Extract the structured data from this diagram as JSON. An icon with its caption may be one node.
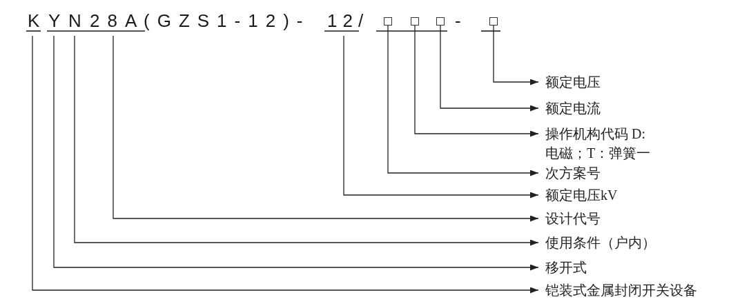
{
  "diagram": {
    "nodes": [
      {
        "text": [
          "K"
        ]
      },
      {
        "text": [
          "Y"
        ]
      },
      {
        "text": [
          "N"
        ]
      },
      {
        "text": [
          "28A"
        ]
      },
      {
        "text": [
          "12"
        ]
      },
      {
        "text": [],
        "shape": "box"
      },
      {
        "text": [],
        "shape": "box"
      },
      {
        "text": [],
        "shape": "box"
      },
      {
        "text": [],
        "shape": "box"
      },
      {
        "text": [
          "额定电压"
        ]
      },
      {
        "text": [
          "额定电流"
        ]
      },
      {
        "text": [
          "操作机构代码 D:电磁；T：弹簧一"
        ]
      },
      {
        "text": [
          "次方案号"
        ]
      },
      {
        "text": [
          "额定电压kV"
        ]
      },
      {
        "text": [
          "设计代号"
        ]
      },
      {
        "text": [
          "使用条件（户内）"
        ]
      },
      {
        "text": [
          "移开式"
        ]
      },
      {
        "text": [
          "铠装式金属封闭开关设备"
        ]
      }
    ],
    "edges": [
      {
        "from": 8,
        "to": 9,
        "arrow": "to"
      },
      {
        "from": 7,
        "to": 10,
        "arrow": "to"
      },
      {
        "from": 6,
        "to": 11,
        "arrow": "to"
      },
      {
        "from": 5,
        "to": 12,
        "arrow": "to"
      },
      {
        "from": 4,
        "to": 13,
        "arrow": "to"
      },
      {
        "from": 3,
        "to": 14,
        "arrow": "to"
      },
      {
        "from": 2,
        "to": 15,
        "arrow": "to"
      },
      {
        "from": 1,
        "to": 16,
        "arrow": "to"
      },
      {
        "from": 0,
        "to": 17,
        "arrow": "to"
      }
    ],
    "labels": [
      "(GZS1-12)-",
      "/",
      "-"
    ]
  }
}
